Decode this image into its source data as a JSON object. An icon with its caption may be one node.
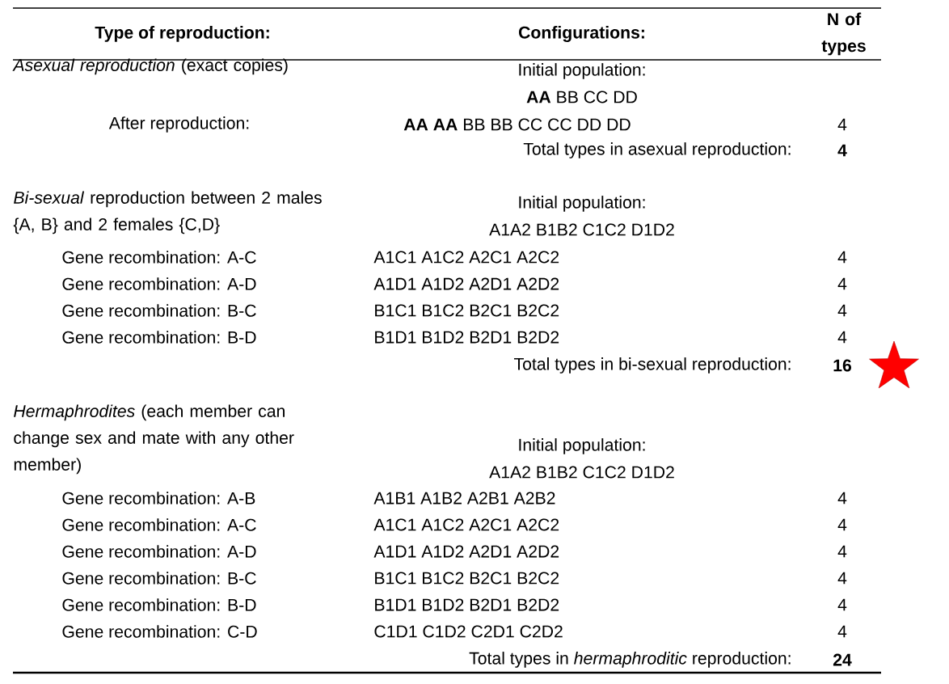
{
  "diagram": {
    "labels": [
      "Type of reproduction:",
      "Configurations:",
      "N of types",
      "*Asexual reproduction* (exact copies)",
      "Initial population:",
      "**AA** BB CC DD",
      "After reproduction:",
      "**AA AA** BB BB CC CC DD DD",
      "4",
      "Total types in asexual reproduction:",
      "4",
      "*Bi-sexual* reproduction between 2 males {A, B} and 2 females {C,D}",
      "Initial population:",
      "A1A2 B1B2 C1C2 D1D2",
      "Gene recombination: A-C",
      "A1C1 A1C2 A2C1 A2C2",
      "4",
      "Gene recombination: A-D",
      "A1D1 A1D2 A2D1 A2D2",
      "4",
      "Gene recombination: B-C",
      "B1C1 B1C2 B2C1 B2C2",
      "4",
      "Gene recombination: B-D",
      "B1D1 B1D2 B2D1 B2D2",
      "4",
      "Total types in bi-sexual reproduction:",
      "16",
      "*Hermaphrodites* (each member can change sex and mate with any other member)",
      "Initial population:",
      "A1A2 B1B2 C1C2 D1D2",
      "Gene recombination: A-B",
      "A1B1 A1B2 A2B1 A2B2",
      "4",
      "Gene recombination: A-C",
      "A1C1 A1C2 A2C1 A2C2",
      "4",
      "Gene recombination: A-D",
      "A1D1 A1D2 A2D1 A2D2",
      "4",
      "Gene recombination: B-C",
      "B1C1 B1C2 B2C1 B2C2",
      "4",
      "Gene recombination: B-D",
      "B1D1 B1D2 B2D1 B2D2",
      "4",
      "Gene recombination: C-D",
      "C1D1 C1D2 C2D1 C2D2",
      "4",
      "Total types in *hermaphroditic* reproduction:",
      "24"
    ]
  }
}
